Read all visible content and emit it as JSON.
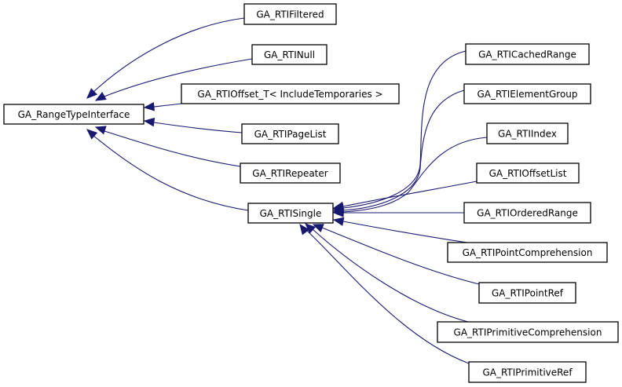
{
  "diagram": {
    "type": "class-inheritance-graph",
    "edge_color": "#191970",
    "nodes": [
      {
        "id": "GA_RangeTypeInterface",
        "label": "GA_RangeTypeInterface"
      },
      {
        "id": "GA_RTIFiltered",
        "label": "GA_RTIFiltered"
      },
      {
        "id": "GA_RTINull",
        "label": "GA_RTINull"
      },
      {
        "id": "GA_RTIOffset_T",
        "label": "GA_RTIOffset_T< IncludeTemporaries >"
      },
      {
        "id": "GA_RTIPageList",
        "label": "GA_RTIPageList"
      },
      {
        "id": "GA_RTIRepeater",
        "label": "GA_RTIRepeater"
      },
      {
        "id": "GA_RTISingle",
        "label": "GA_RTISingle"
      },
      {
        "id": "GA_RTICachedRange",
        "label": "GA_RTICachedRange"
      },
      {
        "id": "GA_RTIElementGroup",
        "label": "GA_RTIElementGroup"
      },
      {
        "id": "GA_RTIIndex",
        "label": "GA_RTIIndex"
      },
      {
        "id": "GA_RTIOffsetList",
        "label": "GA_RTIOffsetList"
      },
      {
        "id": "GA_RTIOrderedRange",
        "label": "GA_RTIOrderedRange"
      },
      {
        "id": "GA_RTIPointComprehension",
        "label": "GA_RTIPointComprehension"
      },
      {
        "id": "GA_RTIPointRef",
        "label": "GA_RTIPointRef"
      },
      {
        "id": "GA_RTIPrimitiveComprehension",
        "label": "GA_RTIPrimitiveComprehension"
      },
      {
        "id": "GA_RTIPrimitiveRef",
        "label": "GA_RTIPrimitiveRef"
      }
    ],
    "edges": [
      {
        "from": "GA_RTIFiltered",
        "to": "GA_RangeTypeInterface"
      },
      {
        "from": "GA_RTINull",
        "to": "GA_RangeTypeInterface"
      },
      {
        "from": "GA_RTIOffset_T",
        "to": "GA_RangeTypeInterface"
      },
      {
        "from": "GA_RTIPageList",
        "to": "GA_RangeTypeInterface"
      },
      {
        "from": "GA_RTIRepeater",
        "to": "GA_RangeTypeInterface"
      },
      {
        "from": "GA_RTISingle",
        "to": "GA_RangeTypeInterface"
      },
      {
        "from": "GA_RTICachedRange",
        "to": "GA_RTISingle"
      },
      {
        "from": "GA_RTIElementGroup",
        "to": "GA_RTISingle"
      },
      {
        "from": "GA_RTIIndex",
        "to": "GA_RTISingle"
      },
      {
        "from": "GA_RTIOffsetList",
        "to": "GA_RTISingle"
      },
      {
        "from": "GA_RTIOrderedRange",
        "to": "GA_RTISingle"
      },
      {
        "from": "GA_RTIPointComprehension",
        "to": "GA_RTISingle"
      },
      {
        "from": "GA_RTIPointRef",
        "to": "GA_RTISingle"
      },
      {
        "from": "GA_RTIPrimitiveComprehension",
        "to": "GA_RTISingle"
      },
      {
        "from": "GA_RTIPrimitiveRef",
        "to": "GA_RTISingle"
      }
    ]
  }
}
